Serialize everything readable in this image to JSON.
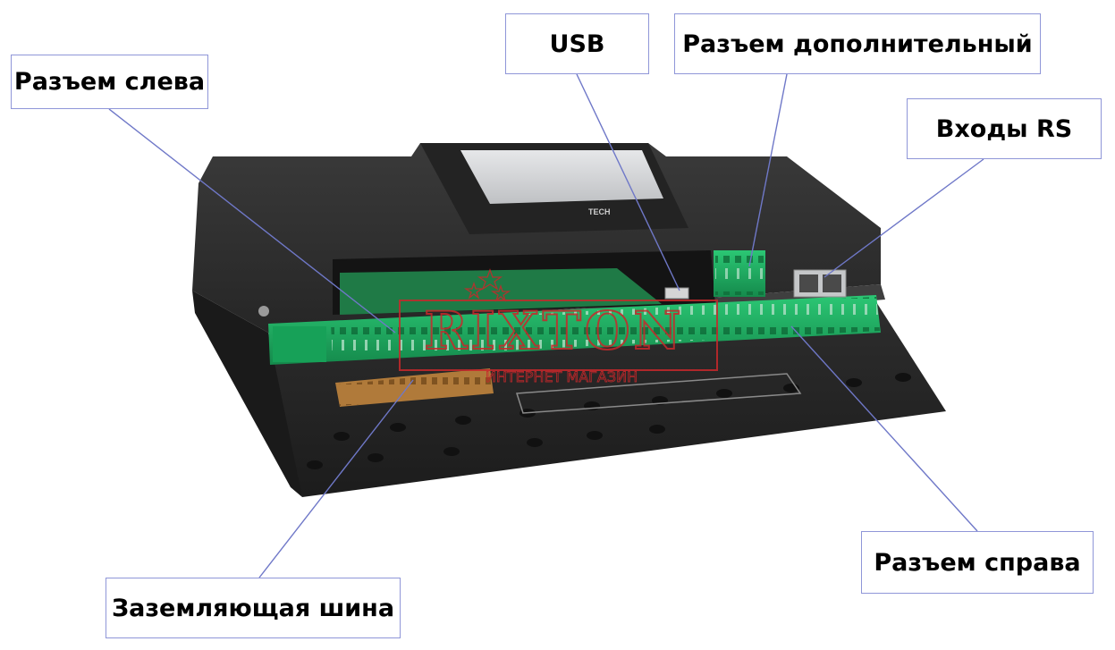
{
  "callouts": {
    "left_connector": "Разъем слева",
    "usb": "USB",
    "extra_connector": "Разъем дополнительный",
    "rs_inputs": "Входы RS",
    "right_connector": "Разъем справа",
    "ground_bus": "Заземляющая шина"
  },
  "device": {
    "brand": "TECH"
  },
  "watermark": {
    "name": "RIXTON",
    "tagline": "ИНТЕРНЕТ МАГАЗИН"
  },
  "colors": {
    "label_border": "#8f96d8",
    "leader_line": "#6f78c8",
    "housing": "#2b2b2b",
    "terminal_green": "#1fae63",
    "ground_bus": "#b07a3a",
    "watermark": "#c8282b"
  }
}
